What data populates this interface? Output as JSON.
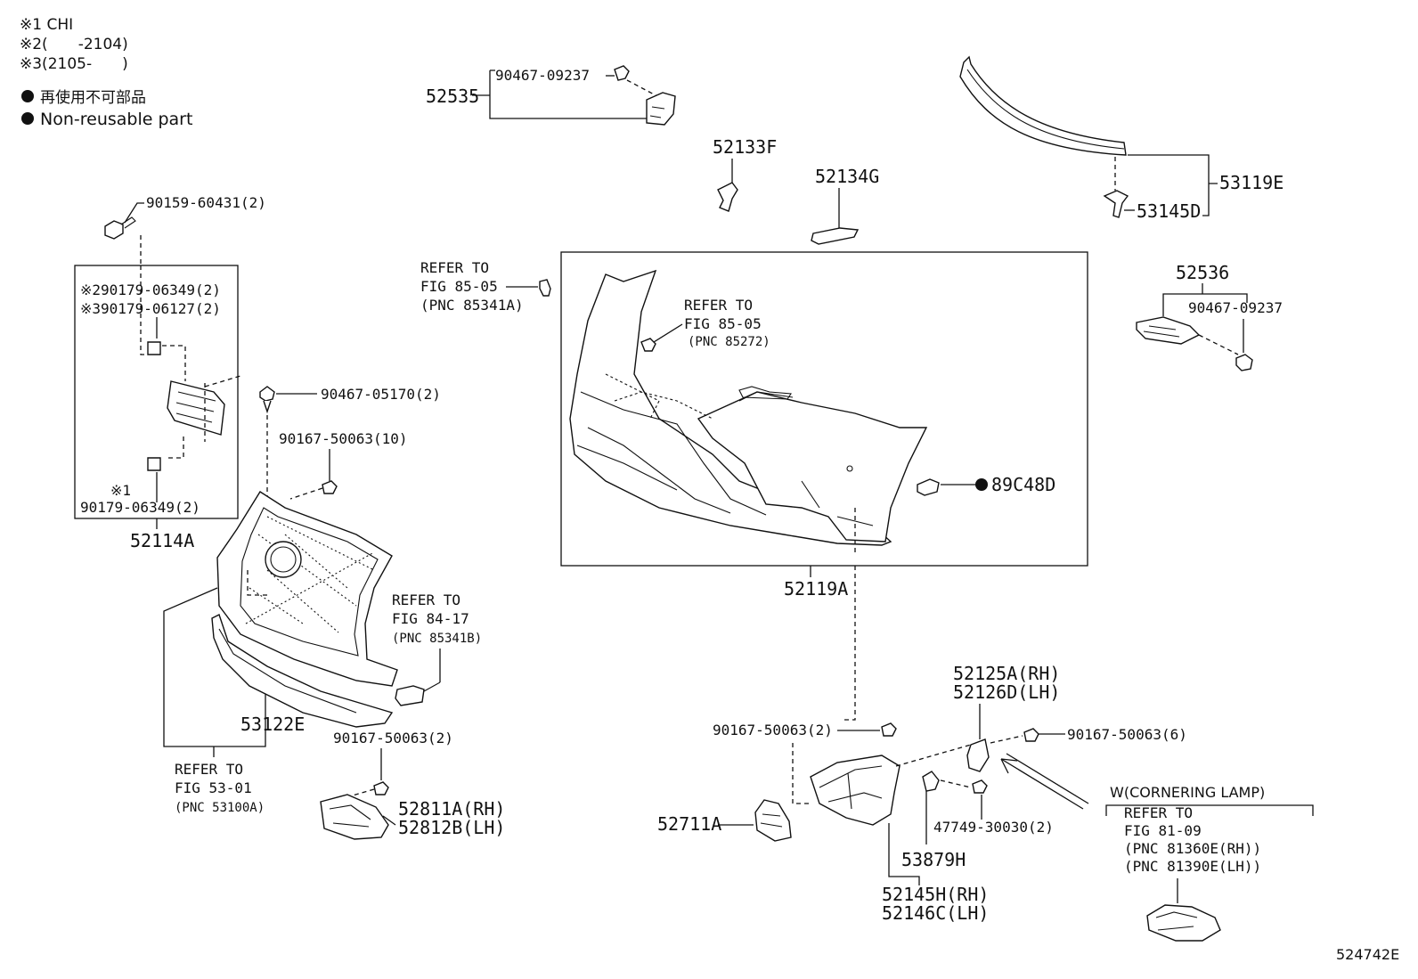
{
  "notes": {
    "n1": "※1 CHI",
    "n2": "※2(　　-2104)",
    "n3": "※3(2105-　　)",
    "legend_jp": "再使用不可部品",
    "legend_en": "Non-reusable part"
  },
  "labels": {
    "p52535": "52535",
    "p90467_09237_a": "90467-09237",
    "p52133F": "52133F",
    "p52134G": "52134G",
    "p53119E": "53119E",
    "p53145D": "53145D",
    "p90159": "90159-60431(2)",
    "p90179_a": "※290179-06349(2)",
    "p90179_b": "※390179-06127(2)",
    "p90467_05170": "90467-05170(2)",
    "p90167_10": "90167-50063(10)",
    "ref_chi": "※1",
    "p90179_c": "90179-06349(2)",
    "p52114A": "52114A",
    "ref1_a": "REFER TO",
    "ref1_b": "FIG 85-05",
    "ref1_c": "(PNC 85341A)",
    "ref2_a": "REFER TO",
    "ref2_b": "FIG 85-05",
    "ref2_c": "(PNC 85272)",
    "p52536": "52536",
    "p90467_09237_b": "90467-09237",
    "p89C48D": "89C48D",
    "p52119A": "52119A",
    "ref3_a": "REFER TO",
    "ref3_b": "FIG 84-17",
    "ref3_c": "(PNC 85341B)",
    "p53122E": "53122E",
    "p90167_2a": "90167-50063(2)",
    "ref4_a": "REFER TO",
    "ref4_b": "FIG 53-01",
    "ref4_c": "(PNC 53100A)",
    "p52811A": "52811A(RH)",
    "p52812B": "52812B(LH)",
    "p52125A": "52125A(RH)",
    "p52126D": "52126D(LH)",
    "p90167_2b": "90167-50063(2)",
    "p90167_6": "90167-50063(6)",
    "p52711A": "52711A",
    "p47749": "47749-30030(2)",
    "p53879H": "53879H",
    "p52145H": "52145H(RH)",
    "p52146C": "52146C(LH)",
    "cornering": "W(CORNERING LAMP)",
    "ref5_a": "REFER TO",
    "ref5_b": "FIG 81-09",
    "ref5_c": "(PNC 81360E(RH))",
    "ref5_d": "(PNC 81390E(LH))",
    "fig_id": "524742E"
  }
}
